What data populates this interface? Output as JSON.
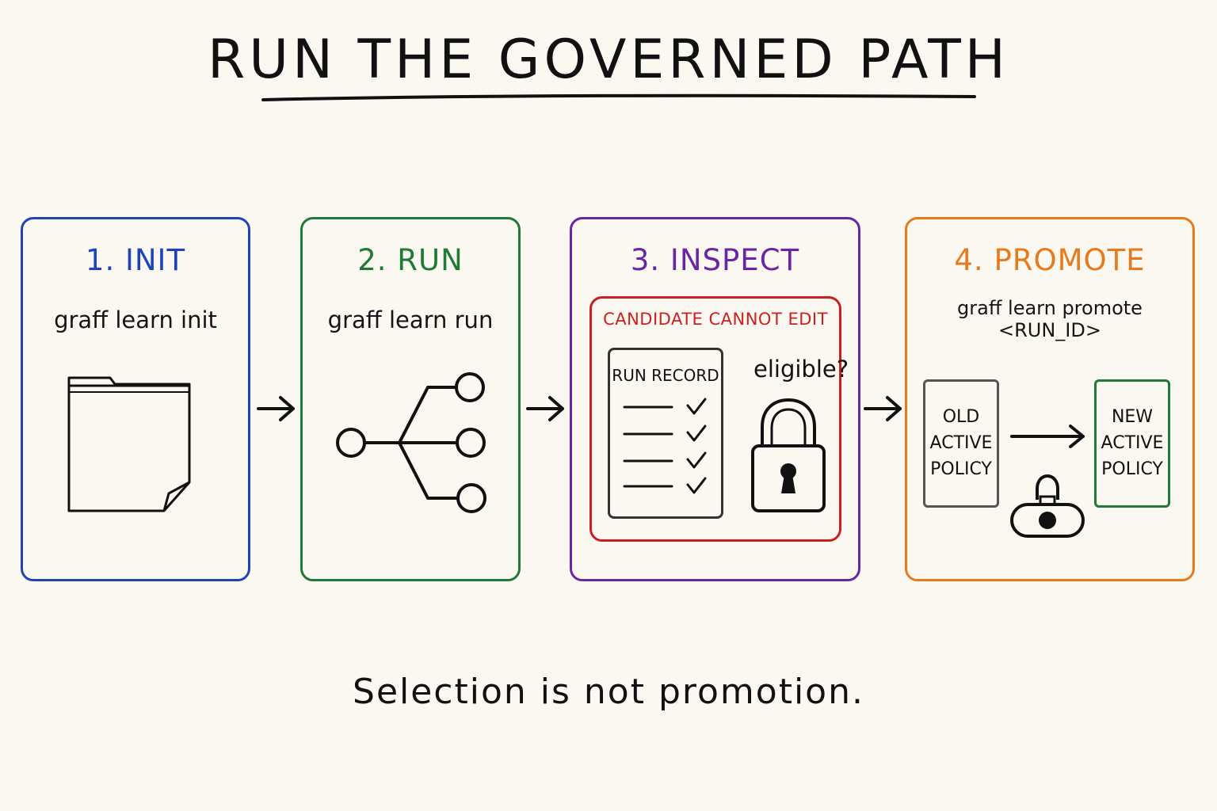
{
  "title": "RUN THE GOVERNED PATH",
  "steps": [
    {
      "title": "1. INIT",
      "command": "graff learn init",
      "icon": "folder-icon",
      "color": "#1f44b8"
    },
    {
      "title": "2. RUN",
      "command": "graff learn run",
      "icon": "branch-icon",
      "color": "#1e7a36"
    },
    {
      "title": "3. INSPECT",
      "icon": "lock-icon",
      "color": "#6a25a6",
      "panel": {
        "label": "CANDIDATE CANNOT EDIT",
        "record_title": "RUN RECORD",
        "eligible_label": "eligible?"
      }
    },
    {
      "title": "4. PROMOTE",
      "command": "graff learn promote <RUN_ID>",
      "icon": "lock-icon",
      "color": "#e87a1e",
      "old_policy": [
        "OLD",
        "ACTIVE",
        "POLICY"
      ],
      "new_policy": [
        "NEW",
        "ACTIVE",
        "POLICY"
      ]
    }
  ],
  "footer": "Selection is not promotion.",
  "colors": {
    "init": "#1f44b8",
    "run": "#1e7a36",
    "inspect": "#6a25a6",
    "promote": "#e87a1e",
    "warning": "#cc1f1f"
  }
}
